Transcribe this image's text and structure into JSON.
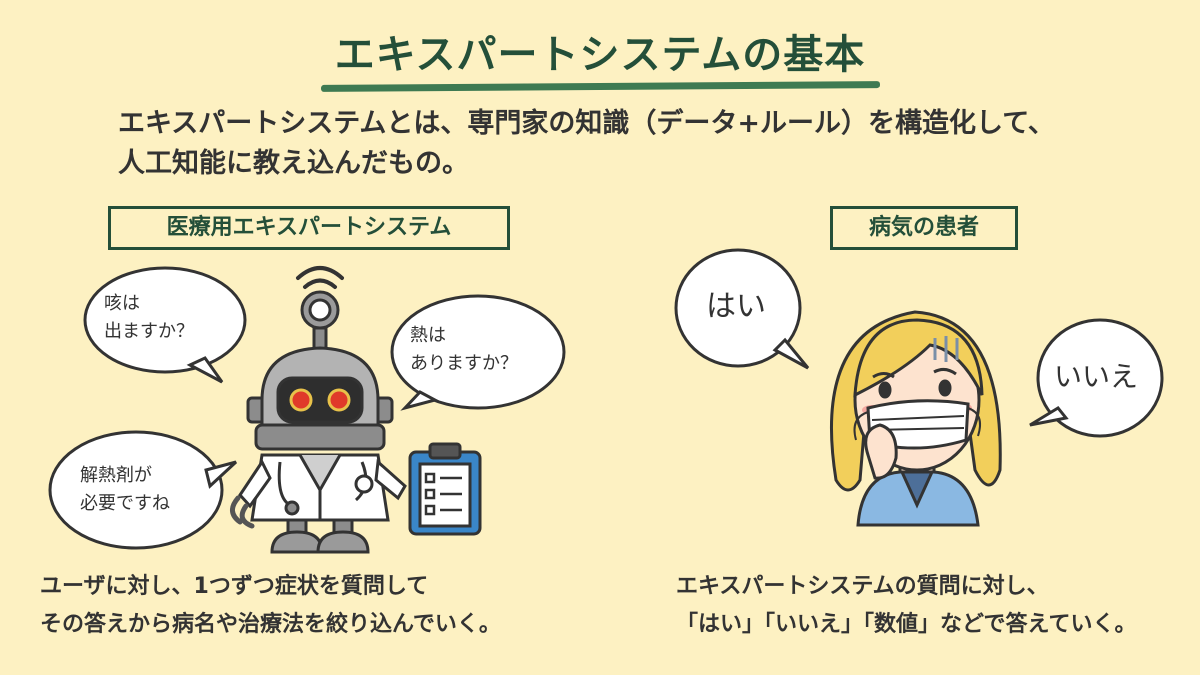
{
  "title": "エキスパートシステムの基本",
  "intro": {
    "line1": "エキスパートシステムとは、専門家の知識（データ+ルール）を構造化して、",
    "line2": "人工知能に教え込んだもの。"
  },
  "left": {
    "label": "医療用エキスパートシステム",
    "bubbles": {
      "cough": "咳は\n出ますか？",
      "fever": "熱は\nありますか？",
      "medicine": "解熱剤が\n必要ですね"
    },
    "caption_line1": "ユーザに対し、1つずつ症状を質問して",
    "caption_line2": "その答えから病名や治療法を絞り込んでいく。"
  },
  "right": {
    "label": "病気の患者",
    "bubbles": {
      "yes": "はい",
      "no": "いいえ"
    },
    "caption_line1": "エキスパートシステムの質問に対し、",
    "caption_line2": "「はい」「いいえ」「数値」などで答えていく。"
  },
  "icons": {
    "robot": "robot-doctor-icon",
    "patient": "masked-patient-icon",
    "clipboard": "clipboard-icon",
    "wifi": "wifi-signal-icon"
  },
  "colors": {
    "background": "#fdf1c2",
    "accent_green": "#244f39",
    "underline_green": "#3e7a52",
    "clipboard_blue": "#3a86c8",
    "robot_grey": "#8c8c8c",
    "robot_eye": "#e03a2a",
    "patient_hair": "#f2cf5b",
    "patient_shirt": "#8ab8e2"
  }
}
